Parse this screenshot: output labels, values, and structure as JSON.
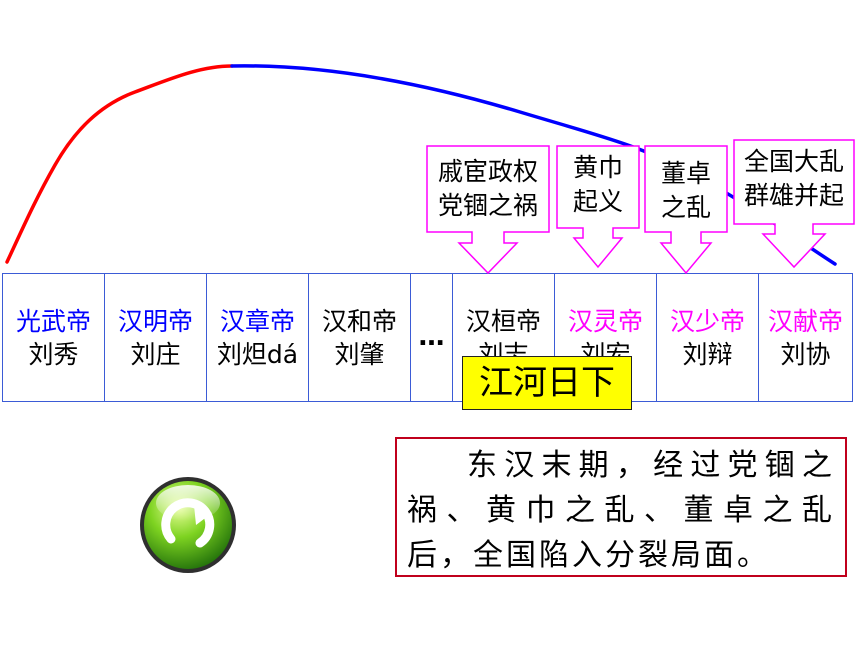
{
  "emperors": [
    {
      "title": "光武帝",
      "name": "刘秀",
      "title_color": "#0000ff"
    },
    {
      "title": "汉明帝",
      "name": "刘庄",
      "title_color": "#0000ff"
    },
    {
      "title": "汉章帝",
      "name": "刘炟dá",
      "title_color": "#0000ff"
    },
    {
      "title": "汉和帝",
      "name": "刘肇",
      "title_color": "#000000"
    },
    {
      "title": "…",
      "name": "",
      "title_color": "#000000"
    },
    {
      "title": "汉桓帝",
      "name": "刘志",
      "title_color": "#000000"
    },
    {
      "title": "汉灵帝",
      "name": "刘宏",
      "title_color": "#ff00ff"
    },
    {
      "title": "汉少帝",
      "name": "刘辩",
      "title_color": "#ff00ff"
    },
    {
      "title": "汉献帝",
      "name": "刘协",
      "title_color": "#ff00ff"
    }
  ],
  "events": [
    {
      "line1": "戚宦政权",
      "line2": "党锢之祸"
    },
    {
      "line1": "黄巾",
      "line2": "起义"
    },
    {
      "line1": "董卓",
      "line2": "之乱"
    },
    {
      "line1": "全国大乱",
      "line2": "群雄并起"
    }
  ],
  "banner": "江河日下",
  "summary": "东汉末期，经过党锢之祸、黄巾之乱、董卓之乱后，全国陷入分裂局面。",
  "colors": {
    "rise_curve": "#ff0000",
    "decline_curve": "#0000ff",
    "callout_border": "#ff00ff",
    "table_border": "#3b5bd6",
    "banner_bg": "#ffff00",
    "summary_border": "#c0001c"
  },
  "icons": {
    "replay": "circular-arrow-icon"
  }
}
